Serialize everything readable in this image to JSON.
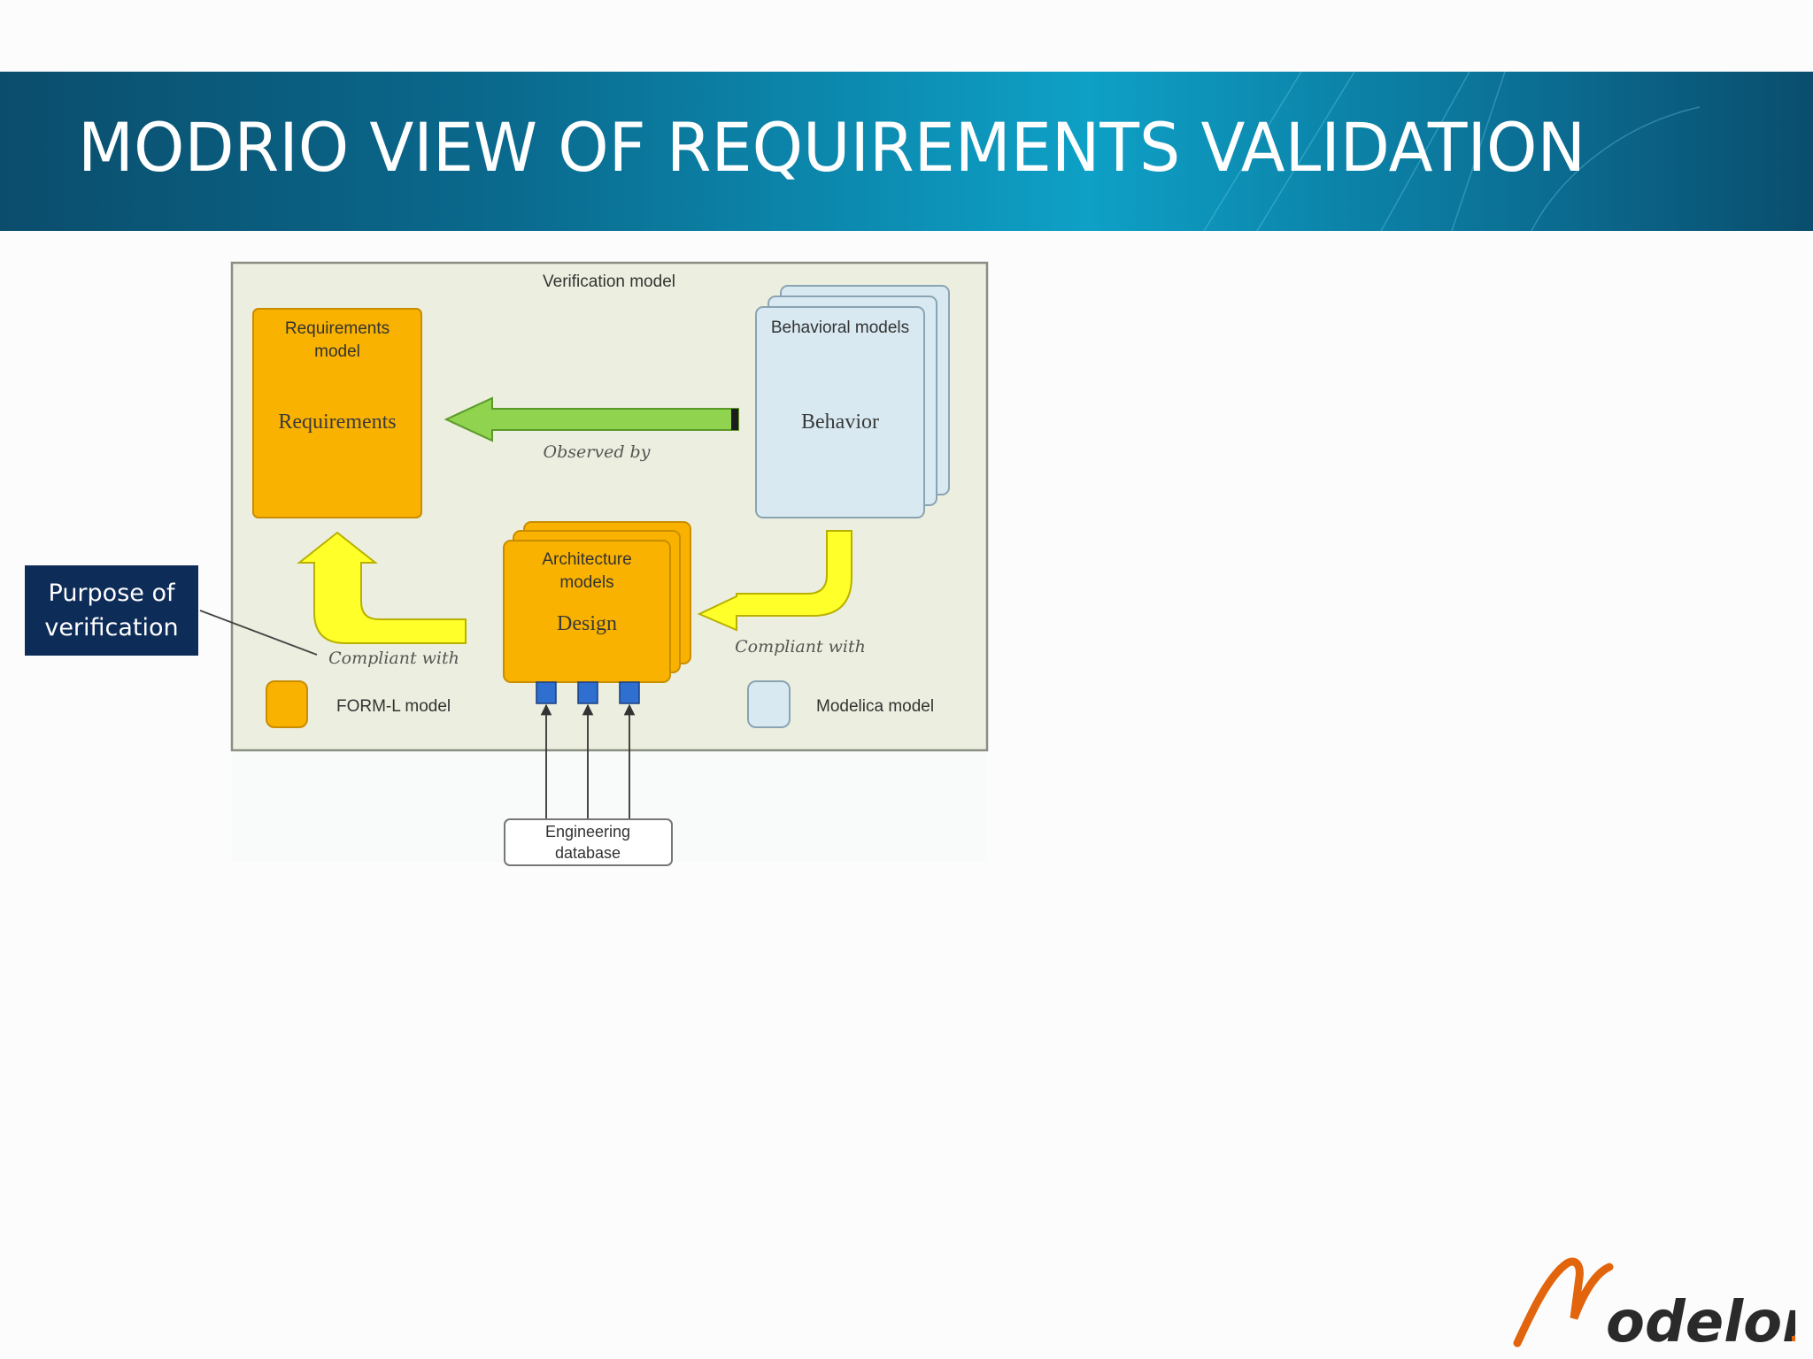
{
  "slide": {
    "title": "MODRIO VIEW OF REQUIREMENTS VALIDATION",
    "callout": "Purpose of verification",
    "logo_text": "Modelon"
  },
  "diagram": {
    "frame_title": "Verification model",
    "requirements_box": {
      "header": "Requirements model",
      "label": "Requirements"
    },
    "behavior_box": {
      "header": "Behavioral models",
      "label": "Behavior"
    },
    "architecture_box": {
      "header": "Architecture models",
      "label": "Design"
    },
    "engineering_db": "Engineering database",
    "arrows": {
      "observed_by": "Observed by",
      "compliant_with_left": "Compliant with",
      "compliant_with_right": "Compliant with"
    },
    "legend": [
      {
        "label": "FORM-L model",
        "color": "#f9b200"
      },
      {
        "label": "Modelica model",
        "color": "#d8e9f2"
      }
    ]
  },
  "colors": {
    "banner": "#0a6a8e",
    "frame_bg": "#ecefdf",
    "orange": "#f9b200",
    "light_blue": "#d8e9f2",
    "green_arrow": "#8fd34f",
    "yellow_arrow": "#ffff29",
    "port_blue": "#2f6fd0",
    "callout_bg": "#0e2c58"
  }
}
